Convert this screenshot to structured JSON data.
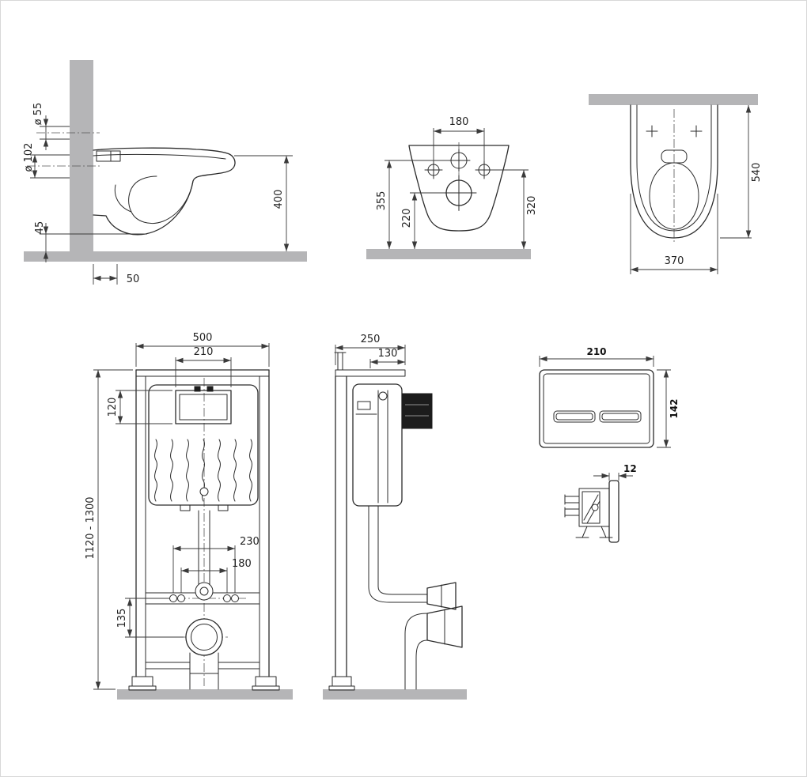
{
  "document": {
    "type": "technical-dimension-drawing",
    "subject": "Wall-hung toilet with concealed installation frame and flush plate"
  },
  "colors": {
    "line": "#2b2b2b",
    "dimension": "#3a3a3a",
    "wall_fill": "#b5b5b7",
    "background": "#ffffff"
  },
  "views": {
    "toilet_side": {
      "label": "toilet-side-view",
      "dims": {
        "inlet_diameter": "ø 55",
        "outlet_diameter": "ø 102",
        "rim_height": "400",
        "bottom_clearance": "45",
        "wall_offset": "50"
      }
    },
    "toilet_rear": {
      "label": "toilet-rear-view",
      "dims": {
        "bolt_spacing": "180",
        "inlet_height": "355",
        "outlet_height": "220",
        "bolt_height": "320"
      }
    },
    "toilet_top": {
      "label": "toilet-top-view",
      "dims": {
        "depth": "540",
        "width": "370"
      }
    },
    "frame_front": {
      "label": "installation-frame-front-view",
      "dims": {
        "frame_width": "500",
        "opening_width": "210",
        "opening_height": "120",
        "frame_height_range": "1120 - 1300",
        "fixing_span_wide": "230",
        "fixing_span_narrow": "180",
        "outlet_offset": "135"
      }
    },
    "frame_side": {
      "label": "installation-frame-side-view",
      "dims": {
        "depth": "250",
        "bracket_depth": "130"
      }
    },
    "flush_plate_front": {
      "label": "flush-plate-front-view",
      "dims": {
        "width": "210",
        "height": "142"
      }
    },
    "flush_plate_side": {
      "label": "flush-plate-side-view",
      "dims": {
        "thickness": "12"
      }
    }
  }
}
